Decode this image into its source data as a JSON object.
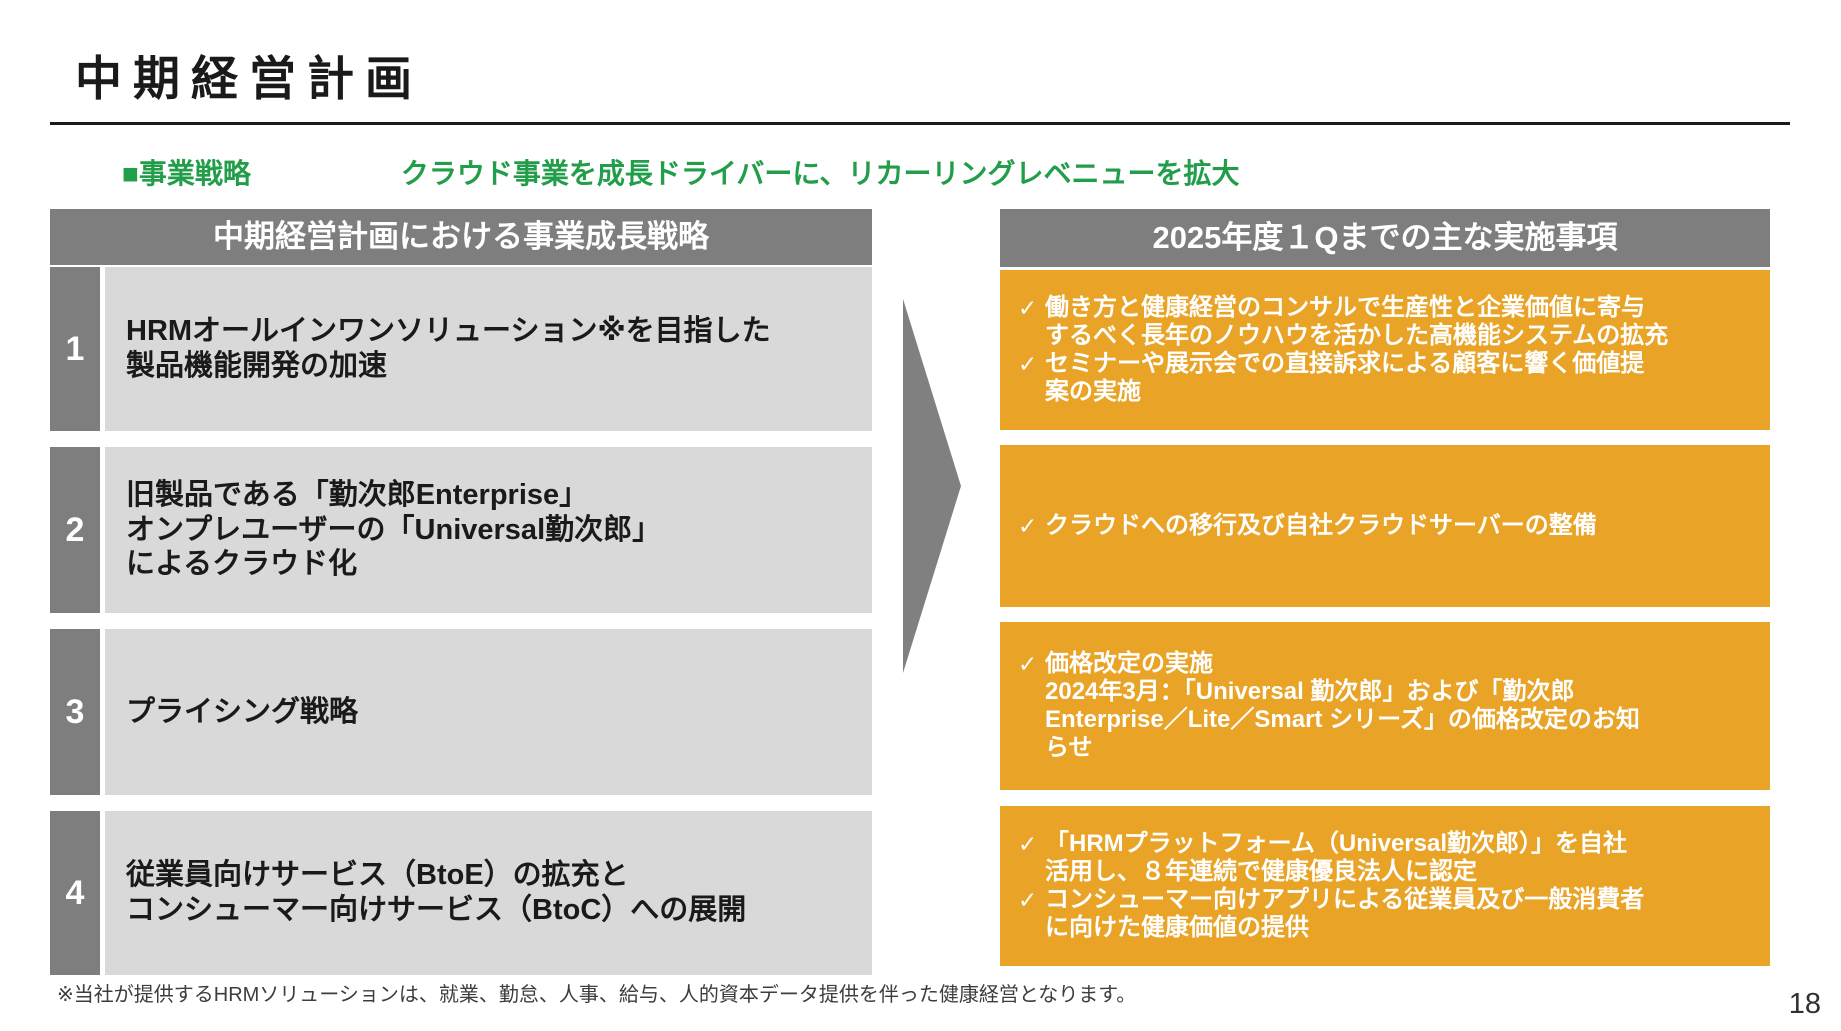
{
  "slide": {
    "title": "中期経営計画",
    "page_number": "18",
    "footnote": "※当社が提供するHRMソリューションは、就業、勤怠、人事、給与、人的資本データ提供を伴った健康経営となります。"
  },
  "strategy": {
    "section_label": "■事業戦略",
    "headline": "クラウド事業を成長ドライバーに、リカーリングレベニューを拡大"
  },
  "left_table": {
    "header": "中期経営計画における事業成長戦略",
    "rows": [
      {
        "number": "1",
        "text": "HRMオールインワンソリューション※を目指した\n製品機能開発の加速"
      },
      {
        "number": "2",
        "text": "旧製品である「勤次郎Enterprise」\nオンプレユーザーの「Universal勤次郎」\nによるクラウド化"
      },
      {
        "number": "3",
        "text": "プライシング戦略"
      },
      {
        "number": "4",
        "text": "従業員向けサービス（BtoE）の拡充と\nコンシューマー向けサービス（BtoC）への展開"
      }
    ]
  },
  "right_panel": {
    "header": "2025年度１Qまでの主な実施事項",
    "check_glyph": "✓",
    "boxes": [
      {
        "items": [
          "働き方と健康経営のコンサルで生産性と企業価値に寄与\nするべく長年のノウハウを活かした高機能システムの拡充",
          "セミナーや展示会での直接訴求による顧客に響く価値提\n案の実施"
        ]
      },
      {
        "items": [
          "クラウドへの移行及び自社クラウドサーバーの整備"
        ]
      },
      {
        "items": [
          "価格改定の実施\n2024年3月：「Universal 勤次郎」および「勤次郎\nEnterprise／Lite／Smart シリーズ」の価格改定のお知\nらせ"
        ]
      },
      {
        "items": [
          "「HRMプラットフォーム（Universal勤次郎）」を自社\n活用し、８年連続で健康優良法人に認定",
          "コンシューマー向けアプリによる従業員及び一般消費者\nに向けた健康価値の提供"
        ]
      }
    ]
  },
  "colors": {
    "accent_orange": "#E9A326",
    "header_gray": "#7E7E7E",
    "row_gray": "#D9D9D9",
    "strategy_green": "#229E4A",
    "arrow_gray": "#808080"
  }
}
